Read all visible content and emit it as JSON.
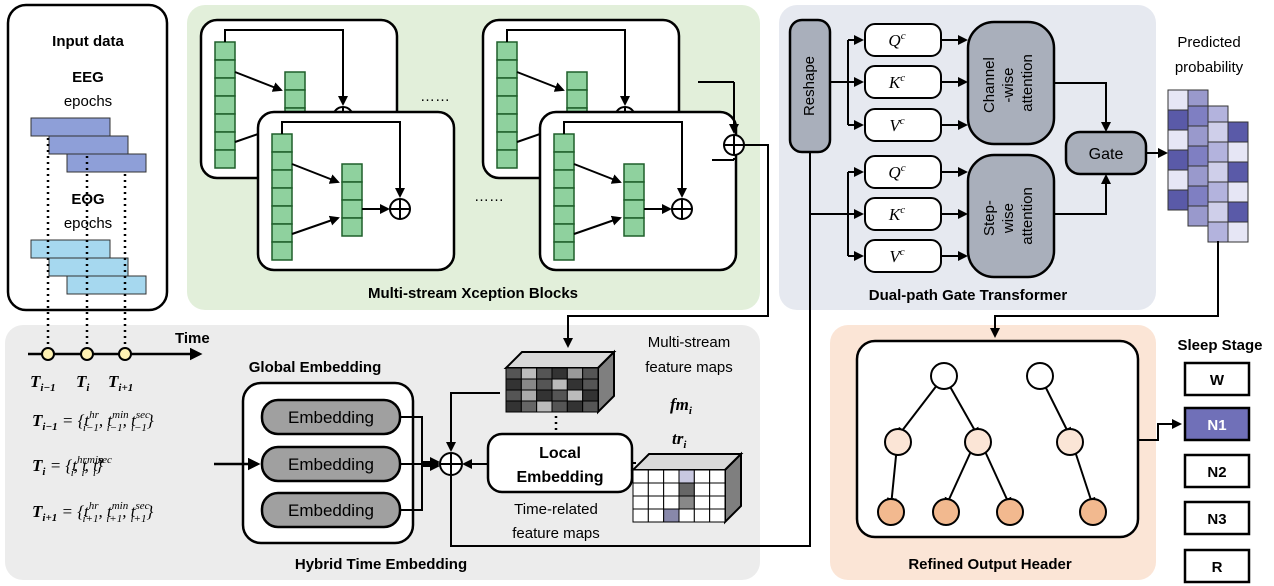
{
  "input": {
    "title": "Input data",
    "eeg_label": "EEG",
    "eeg_sub": "epochs",
    "eog_label": "EOG",
    "eog_sub": "epochs"
  },
  "timeline": {
    "label": "Time",
    "ticks": [
      "T",
      "T",
      "T"
    ],
    "tick_subs": [
      "i−1",
      "i",
      "i+1"
    ]
  },
  "xception": {
    "title": "Multi-stream Xception Blocks",
    "dots_top": "……",
    "dots_bottom": "……"
  },
  "transformer": {
    "title": "Dual-path Gate Transformer",
    "reshape": "Reshape",
    "q": "Q",
    "k": "K",
    "v": "V",
    "sup": "c",
    "channel_attention": [
      "Channel",
      "-wise",
      "attention"
    ],
    "step_attention": [
      "Step-",
      "wise",
      "attention"
    ],
    "gate": "Gate",
    "predicted": [
      "Predicted",
      "probability"
    ]
  },
  "embedding": {
    "title": "Hybrid Time Embedding",
    "global_title": "Global Embedding",
    "embedding_label": "Embedding",
    "local_label": [
      "Local",
      "Embedding"
    ],
    "multi_stream": [
      "Multi-stream",
      "feature maps"
    ],
    "fm": "fm",
    "fm_sub": "i",
    "tr": "tr",
    "tr_sub": "i",
    "time_related": [
      "Time-related",
      "feature maps"
    ],
    "formulas": [
      {
        "T": "T",
        "sub": "i−1",
        "body": " = {t",
        "s1": "hr",
        "b1": "i−1",
        "mid1": ", t",
        "s2": "min",
        "b2": "i−1",
        "mid2": ", t",
        "s3": "sec",
        "b3": "i−1",
        "end": "}"
      },
      {
        "T": "T",
        "sub": "i",
        "body": " = {t",
        "s1": "hr",
        "b1": "i",
        "mid1": ", t",
        "s2": "min",
        "b2": "i",
        "mid2": ", t",
        "s3": "sec",
        "b3": "i",
        "end": "}"
      },
      {
        "T": "T",
        "sub": "i+1",
        "body": " = {t",
        "s1": "hr",
        "b1": "i+1",
        "mid1": ", t",
        "s2": "min",
        "b2": "i+1",
        "mid2": ", t",
        "s3": "sec",
        "b3": "i+1",
        "end": "}"
      }
    ]
  },
  "output": {
    "title": "Refined Output Header",
    "stage_title": "Sleep Stage",
    "stages": [
      "W",
      "N1",
      "N2",
      "N3",
      "R"
    ],
    "selected": "N1"
  },
  "colors": {
    "xception_bg": "#e2efda",
    "transformer_bg": "#e6e9f0",
    "embedding_bg": "#ececec",
    "output_bg": "#fbe5d6",
    "block_green": "#8fd19e",
    "node_gray": "#a9afbb",
    "eeg_blue": "#8e9fd8",
    "eog_blue": "#a6d8ef",
    "selected_stage": "#7070b8",
    "tree_light": "#fbe5d6",
    "tree_mid": "#f6c9aa",
    "tree_dark": "#f2b98f"
  }
}
